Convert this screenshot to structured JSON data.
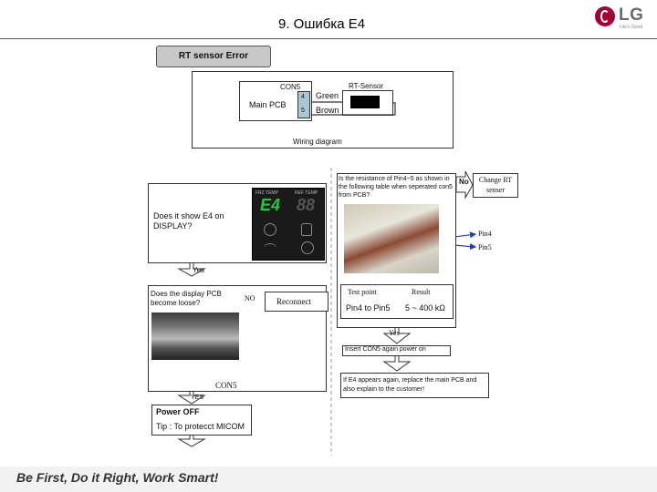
{
  "header": {
    "title": "9. Ошибка E4",
    "logo_text": "LG",
    "logo_tagline": "Life's Good"
  },
  "footer": {
    "slogan": "Be First, Do it Right, Work Smart!"
  },
  "banner": {
    "label": "RT sensor Error"
  },
  "wiring": {
    "con5": "CON5",
    "main_pcb": "Main PCB",
    "pin4": "4",
    "pin5": "5",
    "green": "Green",
    "brown": "Brown",
    "rt_sensor": "RT-Sensor",
    "caption": "Wiring diagram"
  },
  "flow": {
    "q_display": "Does it show E4 on DISPLAY?",
    "display_panel": {
      "frz_temp": "FRZ TEMP",
      "ref_temp": "REF TEMP",
      "code": "E4",
      "ref_value": "88",
      "code_color": "#22c93a"
    },
    "yes1": "Yes",
    "q_loose": "Does the display PCB become loose?",
    "no1": "NO",
    "reconnect": "Reconnect",
    "con5_label": "CON5",
    "yes2": "YES",
    "power_off": "Power OFF",
    "tip": "Tip : To protecct MICOM",
    "q_resistance": "Is the resistance of Pin4~5 as shown in the following table when seperated con5 from PCB?",
    "no2": "No",
    "change_rt": "Change RT senser",
    "pin4": "Pin4",
    "pin5": "Pin5",
    "table": {
      "headers": [
        "Test point",
        "Result"
      ],
      "rows": [
        [
          "Pin4 to Pin5",
          "5 ~ 400 kΩ"
        ]
      ]
    },
    "yes3": "Yes",
    "insert": "Insert CON5 again power on",
    "replace": "If E4 appears again, replace the main PCB and also explain to the customer!"
  },
  "colors": {
    "accent": "#a50034",
    "banner_bg": "#c8c8c8",
    "con5_block": "#a9c7d7",
    "pin_arrow": "#1f3fbf"
  }
}
